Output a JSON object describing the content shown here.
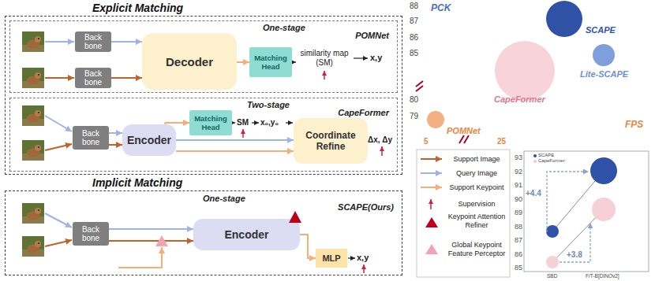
{
  "diagram": {
    "nodes": [
      {
        "text": [
          "Explicit Matching"
        ]
      },
      {
        "text": [
          "One-stage",
          "POMNet"
        ],
        "in": 0
      },
      {
        "text": [
          "Back bone"
        ],
        "in": 1
      },
      {
        "text": [
          "Back bone"
        ],
        "in": 1
      },
      {
        "text": [
          "Decoder"
        ],
        "in": 1
      },
      {
        "text": [
          "Matching Head"
        ],
        "in": 1
      },
      {
        "text": [
          "Two-stage",
          "CapeFormer"
        ],
        "in": 0
      },
      {
        "text": [
          "Back bone"
        ],
        "in": 6
      },
      {
        "text": [
          "Encoder"
        ],
        "in": 6
      },
      {
        "text": [
          "Matching Head"
        ],
        "in": 6
      },
      {
        "text": [
          "Coordinate Refine"
        ],
        "in": 6
      },
      {
        "text": [
          "Implicit Matching",
          "One-stage",
          "SCAPE(Ours)"
        ]
      },
      {
        "text": [
          "Back bone"
        ],
        "in": 11
      },
      {
        "text": [
          "Encoder"
        ],
        "in": 11
      },
      {
        "text": [
          "MLP"
        ],
        "in": 11
      }
    ],
    "edges": [
      {
        "from": 2,
        "to": 4,
        "arrow": "to"
      },
      {
        "from": 3,
        "to": 4,
        "arrow": "to"
      },
      {
        "from": 4,
        "to": 5,
        "arrow": "to"
      },
      {
        "from": 7,
        "to": 8,
        "arrow": "to"
      },
      {
        "from": 7,
        "to": 8,
        "arrow": "to"
      },
      {
        "from": 8,
        "to": 9,
        "arrow": "to"
      },
      {
        "from": 8,
        "to": 10,
        "arrow": "to"
      },
      {
        "from": 8,
        "to": 10,
        "arrow": "to"
      },
      {
        "from": 12,
        "to": 13,
        "arrow": "to"
      },
      {
        "from": 12,
        "to": 13,
        "arrow": "to"
      },
      {
        "from": 13,
        "to": 14,
        "arrow": "to"
      }
    ],
    "labels": [
      "similarity map (SM)",
      "x,y",
      "SM",
      "x₀,y₀",
      "Δx, Δy",
      "x,y",
      "PCK",
      "FPS",
      "88",
      "87",
      "86",
      "85",
      "80",
      "79",
      "5",
      "25",
      "SCAPE",
      "Lite-SCAPE",
      "CapeFormer",
      "POMNet",
      "93",
      "92",
      "91",
      "90",
      "89",
      "88",
      "87",
      "86",
      "85",
      "SCAPE",
      "CapeFormer",
      "SBD",
      "F/T-B[DINOv2]",
      "+4.4",
      "+3.8"
    ],
    "legend": [
      {
        "text": "Support Image"
      },
      {
        "text": "Query Image"
      },
      {
        "text": "Support Keypoint"
      },
      {
        "text": "Supervision"
      },
      {
        "text": "Keypoint Attention Refiner"
      },
      {
        "text": "Global Keypoint Feature Perceptor"
      }
    ]
  }
}
